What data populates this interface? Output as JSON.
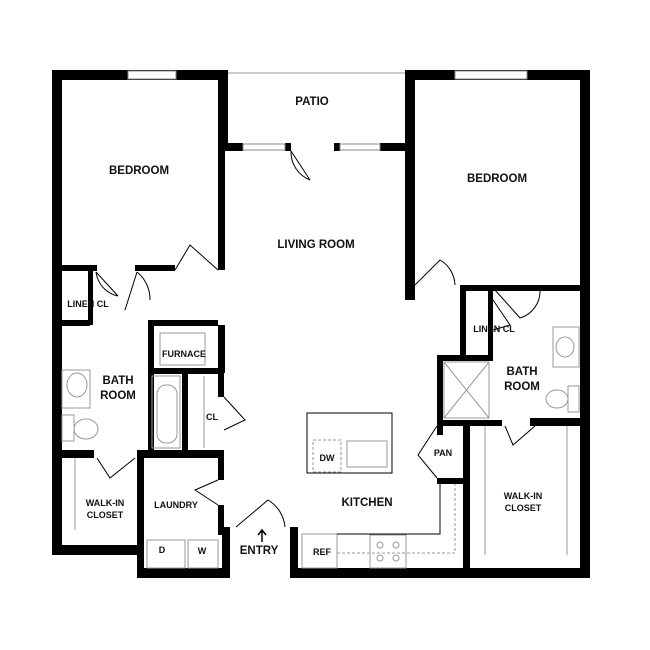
{
  "rooms": {
    "patio": "PATIO",
    "bedroom_left": "BEDROOM",
    "bedroom_right": "BEDROOM",
    "living_room": "LIVING ROOM",
    "linen_left": "LINEN CL",
    "linen_right": "LINEN CL",
    "furnace": "FURNACE",
    "bath_left_1": "BATH",
    "bath_left_2": "ROOM",
    "bath_right_1": "BATH",
    "bath_right_2": "ROOM",
    "closet": "CL",
    "pantry": "PAN",
    "walkin_left_1": "WALK-IN",
    "walkin_left_2": "CLOSET",
    "walkin_right_1": "WALK-IN",
    "walkin_right_2": "CLOSET",
    "laundry": "LAUNDRY",
    "kitchen": "KITCHEN",
    "entry": "ENTRY"
  },
  "appliances": {
    "dryer": "D",
    "washer": "W",
    "dishwasher": "DW",
    "refrigerator": "REF"
  }
}
